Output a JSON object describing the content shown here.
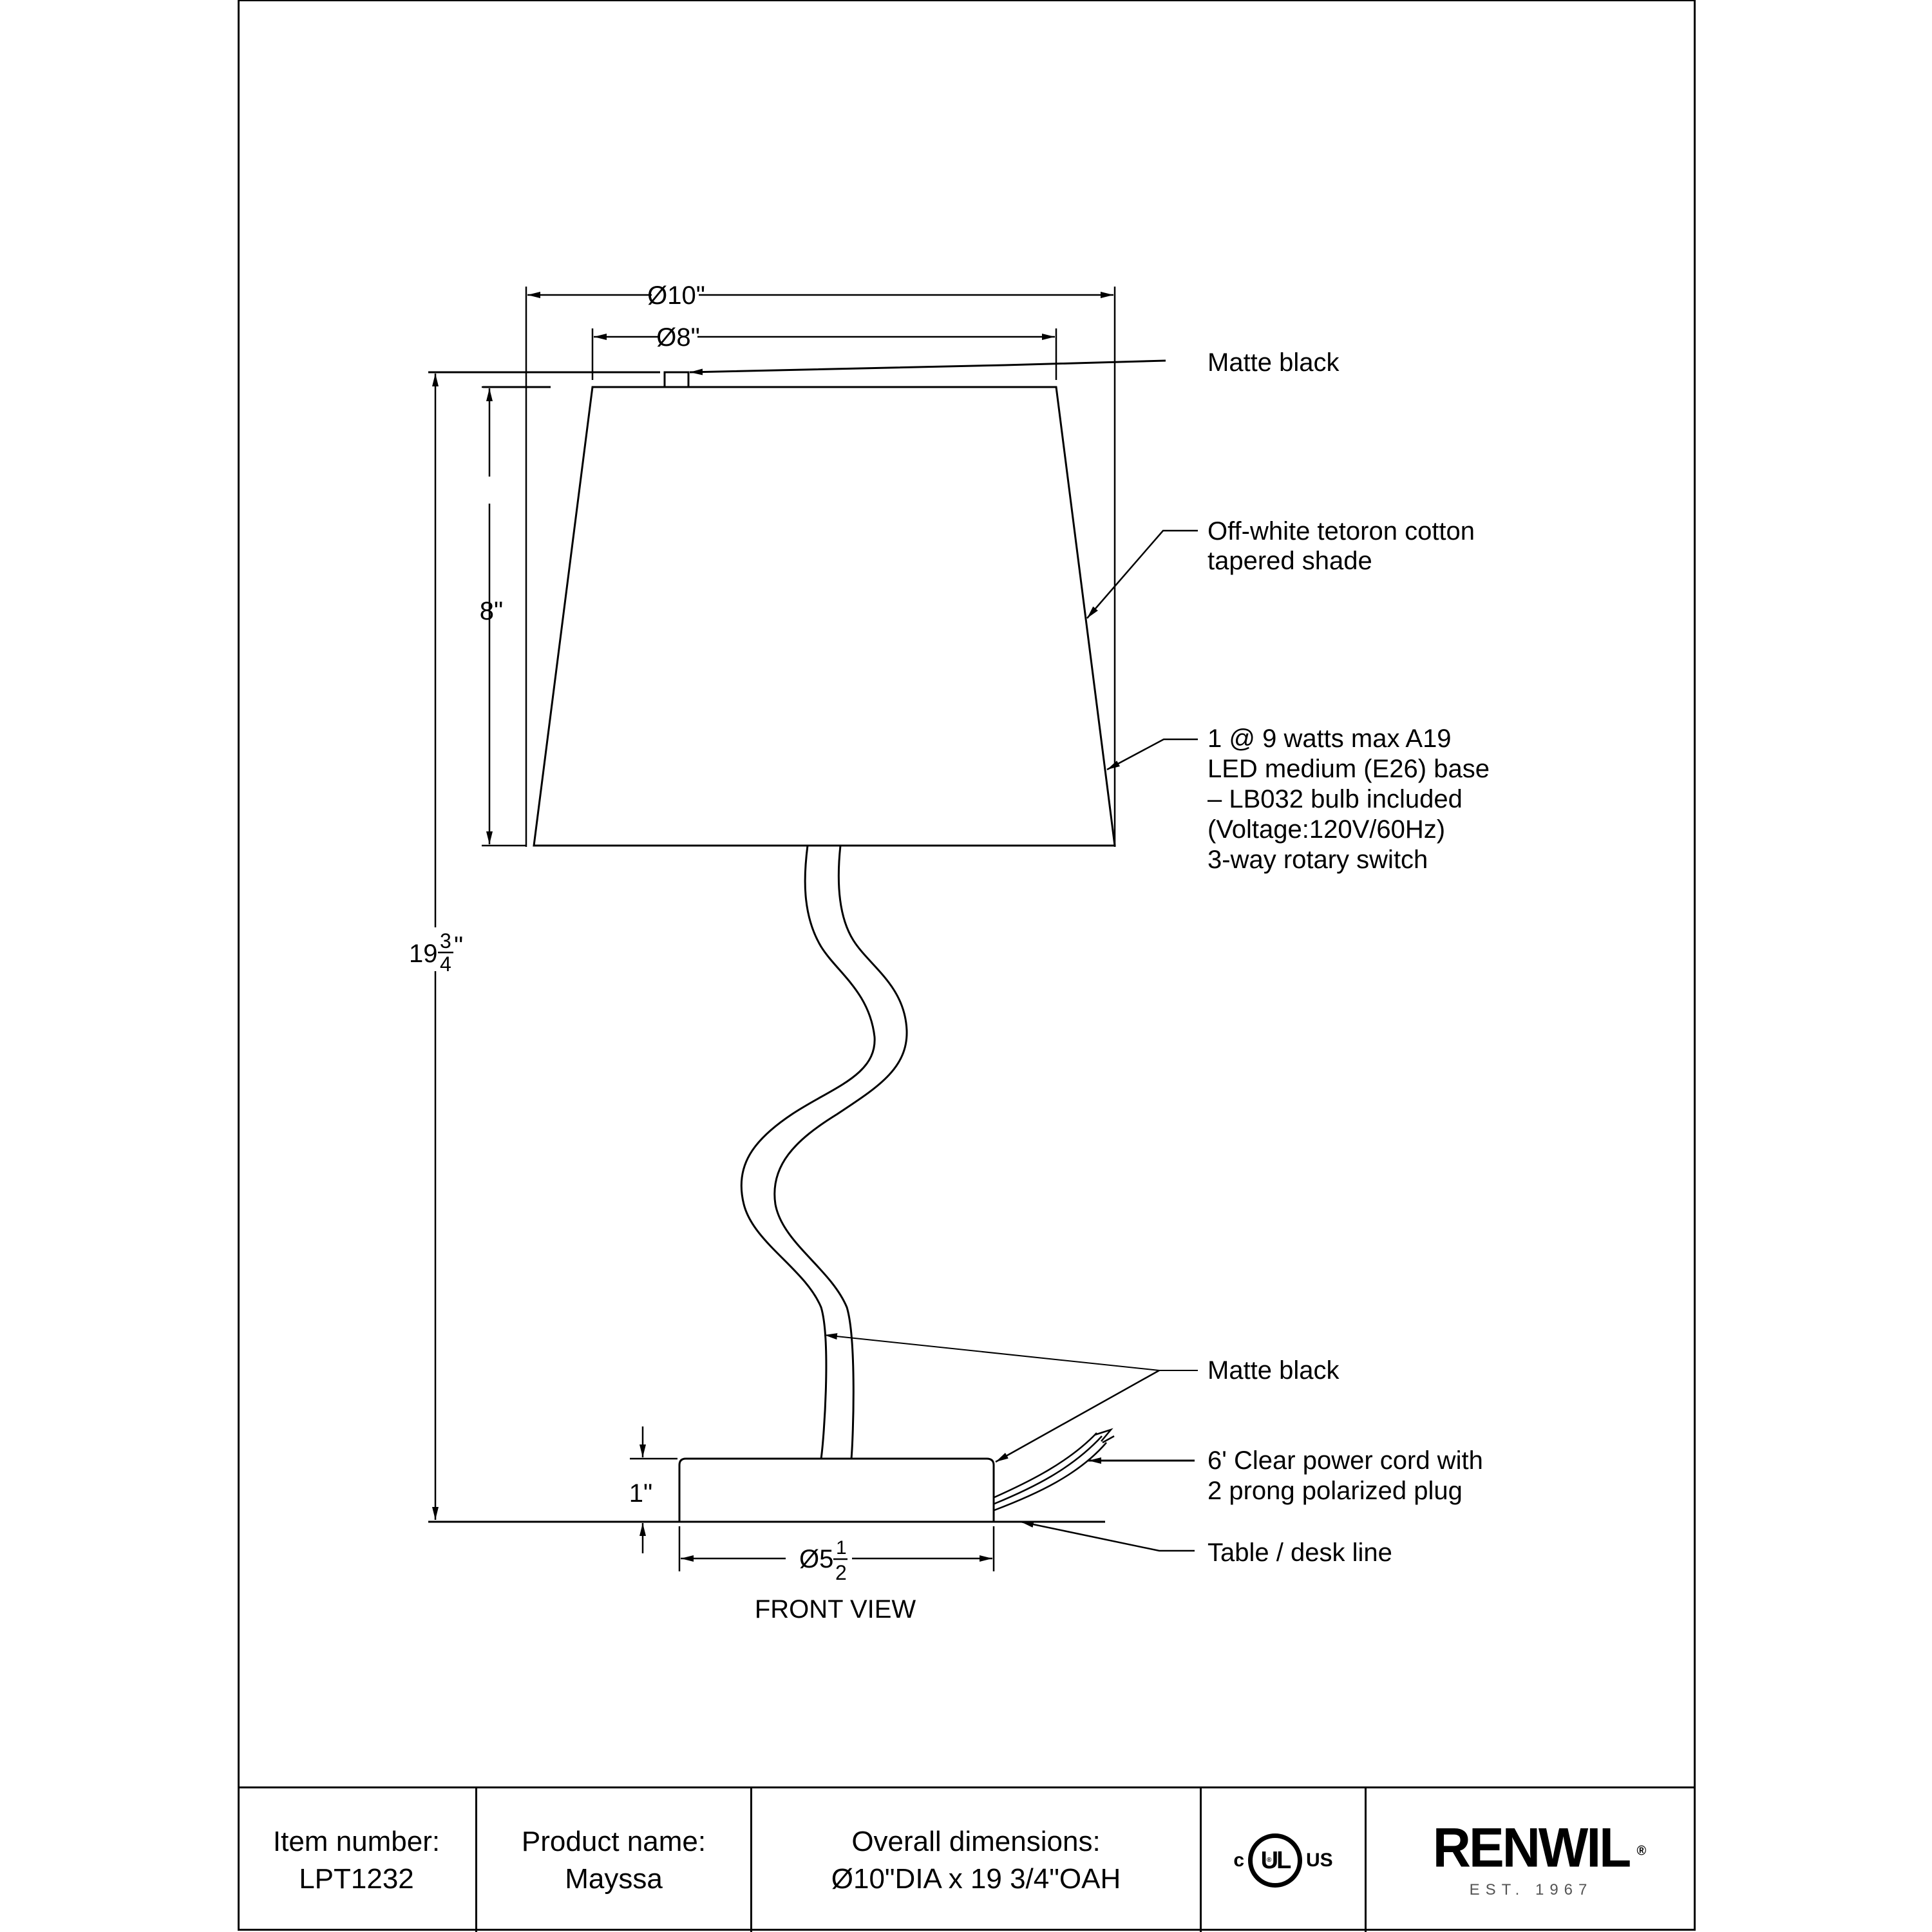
{
  "drawing": {
    "view_label": "FRONT VIEW",
    "dimensions": {
      "shade_bottom_dia": "Ø10\"",
      "shade_top_dia": "Ø8\"",
      "shade_height": "8\"",
      "overall_height_whole": "19",
      "overall_height_num": "3",
      "overall_height_den": "4",
      "overall_height_unit": "\"",
      "base_height": "1\"",
      "base_dia_whole": "Ø5",
      "base_dia_num": "1",
      "base_dia_den": "2"
    },
    "callouts": {
      "finial": [
        "Matte black"
      ],
      "shade": [
        "Off-white tetoron cotton",
        "tapered shade"
      ],
      "bulb": [
        "1 @ 9 watts max A19",
        "LED medium (E26) base",
        "– LB032 bulb included",
        "(Voltage:120V/60Hz)",
        "3-way rotary switch"
      ],
      "body": [
        "Matte black"
      ],
      "cord": [
        "6' Clear power cord with",
        "2 prong polarized plug"
      ],
      "table": [
        "Table / desk line"
      ]
    }
  },
  "title_block": {
    "item_number_label": "Item number:",
    "item_number_value": "LPT1232",
    "product_name_label": "Product name:",
    "product_name_value": "Mayssa",
    "overall_dimensions_label": "Overall dimensions:",
    "overall_dimensions_value": "Ø10\"DIA x 19 3/4\"OAH",
    "certification": {
      "left": "c",
      "center": "UL",
      "registered": "®",
      "right": "US"
    },
    "brand": {
      "name": "RENWIL",
      "registered": "®",
      "established": "EST. 1967"
    }
  }
}
